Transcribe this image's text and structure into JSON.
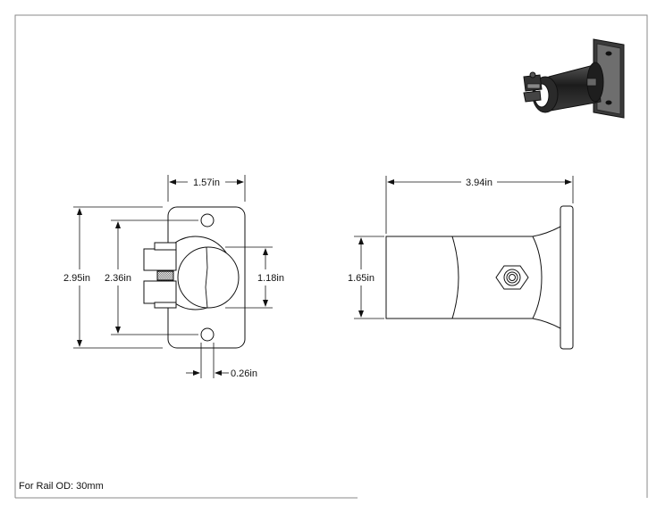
{
  "dimensions": {
    "front_width": "1.57in",
    "front_height_total": "2.95in",
    "front_hole_spacing": "2.36in",
    "front_bore": "1.18in",
    "front_hole_dia": "0.26in",
    "side_length": "3.94in",
    "side_tube_dia": "1.65in"
  },
  "note": "For Rail OD: 30mm",
  "colors": {
    "line": "#111111",
    "shade": "#2b2b2b",
    "paper": "#ffffff"
  }
}
